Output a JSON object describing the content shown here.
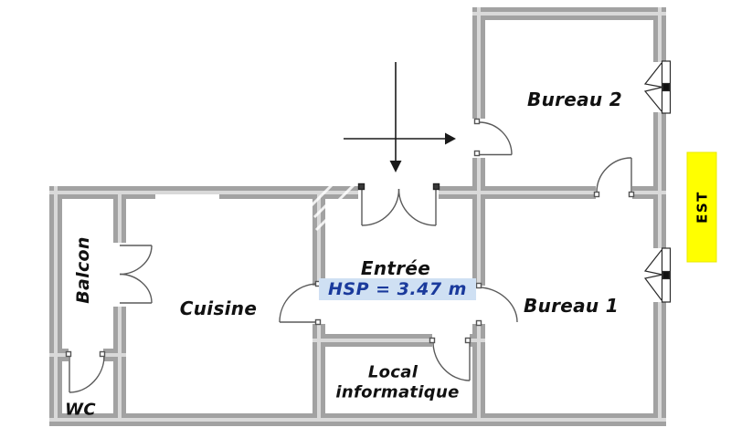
{
  "plan": {
    "rooms": {
      "balcon": {
        "label": "Balcon"
      },
      "wc": {
        "label": "WC"
      },
      "cuisine": {
        "label": "Cuisine"
      },
      "entree": {
        "label": "Entrée"
      },
      "local": {
        "label_line1": "Local",
        "label_line2": "informatique"
      },
      "bureau1": {
        "label": "Bureau 1"
      },
      "bureau2": {
        "label": "Bureau 2"
      }
    },
    "annotations": {
      "ceiling_height": "HSP = 3.47 m",
      "orientation_east": "EST"
    },
    "colors": {
      "wall_main": "#a2a2a2",
      "wall_inner_band": "#d9d9d9",
      "door_line": "#5a5a5a",
      "label_text": "#111111",
      "hsp_text": "#1a3a9c",
      "hsp_highlight": "#cfe0f3",
      "est_background": "#ffff00",
      "est_text": "#000000"
    },
    "icons": {
      "compass": "compass-arrows-icon",
      "window": "casement-window-icon",
      "door": "door-swing-icon"
    }
  }
}
